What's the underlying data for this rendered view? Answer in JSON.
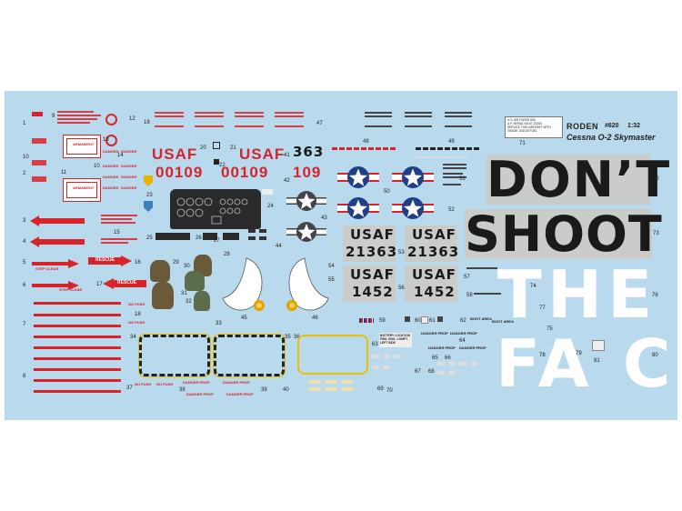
{
  "header": {
    "brand": "RODEN",
    "kit_number": "#620",
    "scale": "1:32",
    "model_name": "Cessna O-2 Skymaster",
    "info_block": "U.S. AIR FORCE 69A\nA.F. SERIAL NO.67-21363\nSERVICE THIS AIRCRAFT WITH\nGRADE 100/130 FUEL"
  },
  "markings": {
    "usaf": "USAF",
    "serial_00109": "00109",
    "tail_363": "363",
    "tail_109": "109",
    "serial_21363": "21363",
    "serial_1452": "1452"
  },
  "slogans": {
    "dont": "DON’T",
    "shoot": "SHOOT",
    "the": "THE",
    "fac": "FA C"
  },
  "stencils": {
    "armament": "ARMAMENT",
    "rescue": "RESCUE",
    "step_clear": "STEP CLEAR",
    "no_push": "NO PUSH",
    "danger": "DANGER",
    "danger_prop": "DANGER PROP",
    "battery_location": "BATTERY LOCATION\nFWD. ENG. COMPT.\nLEFT SIDE",
    "boot_area": "BOOT AREA"
  },
  "item_numbers": {
    "n1": "1",
    "n2": "2",
    "n3": "3",
    "n4": "4",
    "n5": "5",
    "n6": "6",
    "n7": "7",
    "n8": "8",
    "n9": "9",
    "n10": "10",
    "n11": "11",
    "n12": "12",
    "n13": "13",
    "n14": "14",
    "n15": "15",
    "n16": "16",
    "n17": "17",
    "n18": "18",
    "n19": "19",
    "n20": "20",
    "n21": "21",
    "n22": "22",
    "n23": "23",
    "n24": "24",
    "n25": "25",
    "n26": "26",
    "n27": "27",
    "n28": "28",
    "n29": "29",
    "n30": "30",
    "n31": "31",
    "n32": "32",
    "n33": "33",
    "n34": "34",
    "n35": "35",
    "n36": "36",
    "n37": "37",
    "n38": "38",
    "n39": "39",
    "n40": "40",
    "n41": "41",
    "n42": "42",
    "n43": "43",
    "n44": "44",
    "n45": "45",
    "n46": "46",
    "n47": "47",
    "n48": "48",
    "n49": "49",
    "n50": "50",
    "n51": "51",
    "n52": "52",
    "n53": "53",
    "n54": "54",
    "n55": "55",
    "n56": "56",
    "n57": "57",
    "n58": "58",
    "n59": "59",
    "n60": "60",
    "n61": "61",
    "n62": "62",
    "n63": "63",
    "n64": "64",
    "n65": "65",
    "n66": "66",
    "n67": "67",
    "n68": "68",
    "n69": "69",
    "n70": "70",
    "n71": "71",
    "n72": "72",
    "n73": "73",
    "n74": "74",
    "n75": "75",
    "n76": "76",
    "n77": "77",
    "n78": "78",
    "n79": "79",
    "n80": "80",
    "n81": "81"
  },
  "colors": {
    "sheet_background": "#b9d9ec",
    "marking_red": "#d8232a",
    "panel_gray": "#c9ccc9",
    "roundel_blue": "#1f3f8a"
  }
}
